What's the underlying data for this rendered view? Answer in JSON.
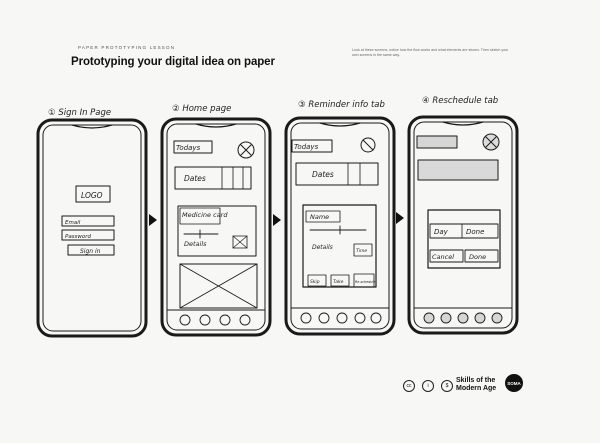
{
  "header": {
    "kicker": "PAPER PROTOTYPING LESSON",
    "title": "Prototyping your digital idea on paper",
    "blurb": "Look at these screens, notice how the flow works and what elements are shown. Then sketch your own screens in the same way."
  },
  "steps": [
    {
      "label": "① Sign In Page"
    },
    {
      "label": "② Home page"
    },
    {
      "label": "③ Reminder info tab"
    },
    {
      "label": "④ Reschedule tab"
    }
  ],
  "screen1": {
    "logo": "LOGO",
    "email": "Email",
    "password": "Password",
    "signin": "Sign in"
  },
  "screen2": {
    "today": "Todays",
    "dates": "Dates",
    "card": "Medicine card",
    "details": "Details"
  },
  "screen3": {
    "today": "Todays",
    "dates": "Dates",
    "name": "Name",
    "details": "Details",
    "time": "Time",
    "skip": "Skip",
    "take": "Take",
    "reschedule": "Re-schedule"
  },
  "screen4": {
    "day": "Day",
    "done_field": "Done",
    "cancel": "Cancel",
    "done": "Done"
  },
  "footer": {
    "brand_line1": "Skills of the",
    "brand_line2": "Modern Age",
    "badge": "SOMA",
    "license": [
      "cc",
      "i",
      "$"
    ]
  }
}
